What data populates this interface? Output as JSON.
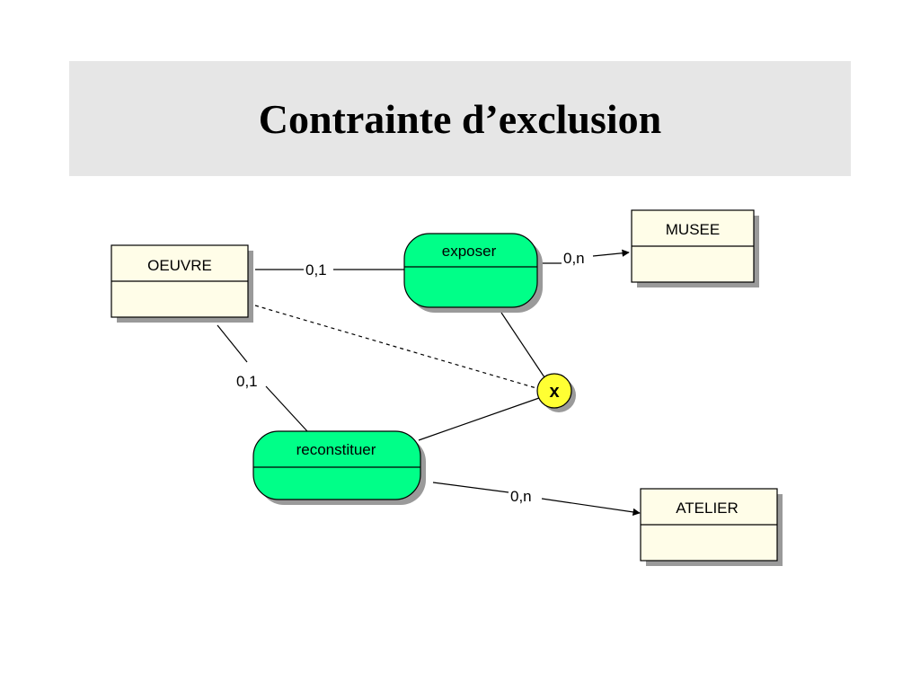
{
  "slide": {
    "title": "Contrainte d’exclusion"
  },
  "diagram": {
    "entities": {
      "oeuvre": "OEUVRE",
      "musee": "MUSEE",
      "atelier": "ATELIER"
    },
    "associations": {
      "exposer": "exposer",
      "reconstituer": "reconstituer"
    },
    "constraint": {
      "symbol": "x",
      "type": "exclusion"
    },
    "cardinalities": {
      "oeuvre_exposer": "0,1",
      "exposer_musee": "0,n",
      "oeuvre_reconstituer": "0,1",
      "reconstituer_atelier": "0,n"
    },
    "colors": {
      "entity_fill": "#fffde8",
      "association_fill": "#00ff88",
      "constraint_fill": "#ffff33",
      "shadow": "#9a9a9a"
    }
  }
}
